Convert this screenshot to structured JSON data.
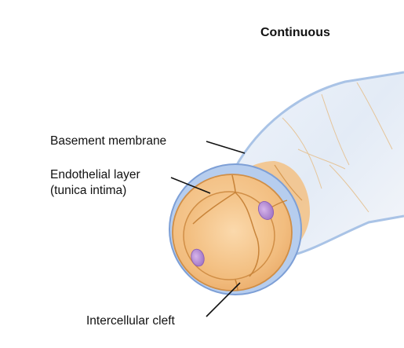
{
  "title": "Continuous",
  "labels": {
    "basement": "Basement membrane",
    "endothelial_line1": "Endothelial layer",
    "endothelial_line2": "(tunica intima)",
    "cleft": "Intercellular cleft"
  },
  "colors": {
    "membrane": "#9fbde6",
    "membrane_edge": "#6d92cf",
    "endothelium": "#f3c184",
    "endothelium_edge": "#d89a52",
    "lumen": "#f6c58a",
    "nucleus": "#b88fd2",
    "cleft_lines": "#c8843a"
  }
}
